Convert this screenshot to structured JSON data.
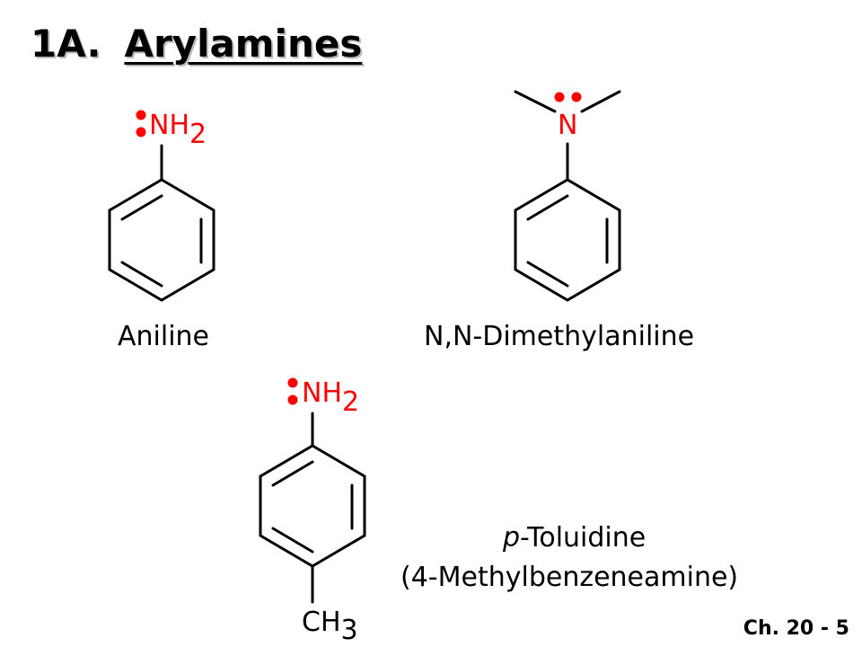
{
  "slide": {
    "title_number": "1A.",
    "title_word": "Arylamines",
    "footer": "Ch. 20 - 5"
  },
  "molecules": {
    "aniline": {
      "name": "Aniline",
      "group_main": "NH",
      "group_sub": "2"
    },
    "dimethylaniline": {
      "name": "N,N-Dimethylaniline",
      "group_main": "N"
    },
    "toluidine": {
      "name_prefix": "p",
      "name_rest": "-Toluidine",
      "alt_name": "(4-Methylbenzeneamine)",
      "group_main": "NH",
      "group_sub": "2",
      "methyl_main": "CH",
      "methyl_sub": "3"
    }
  },
  "colors": {
    "heteroatom": "#ff0000",
    "lone_pair": "#ff0000",
    "bond": "#000000"
  }
}
